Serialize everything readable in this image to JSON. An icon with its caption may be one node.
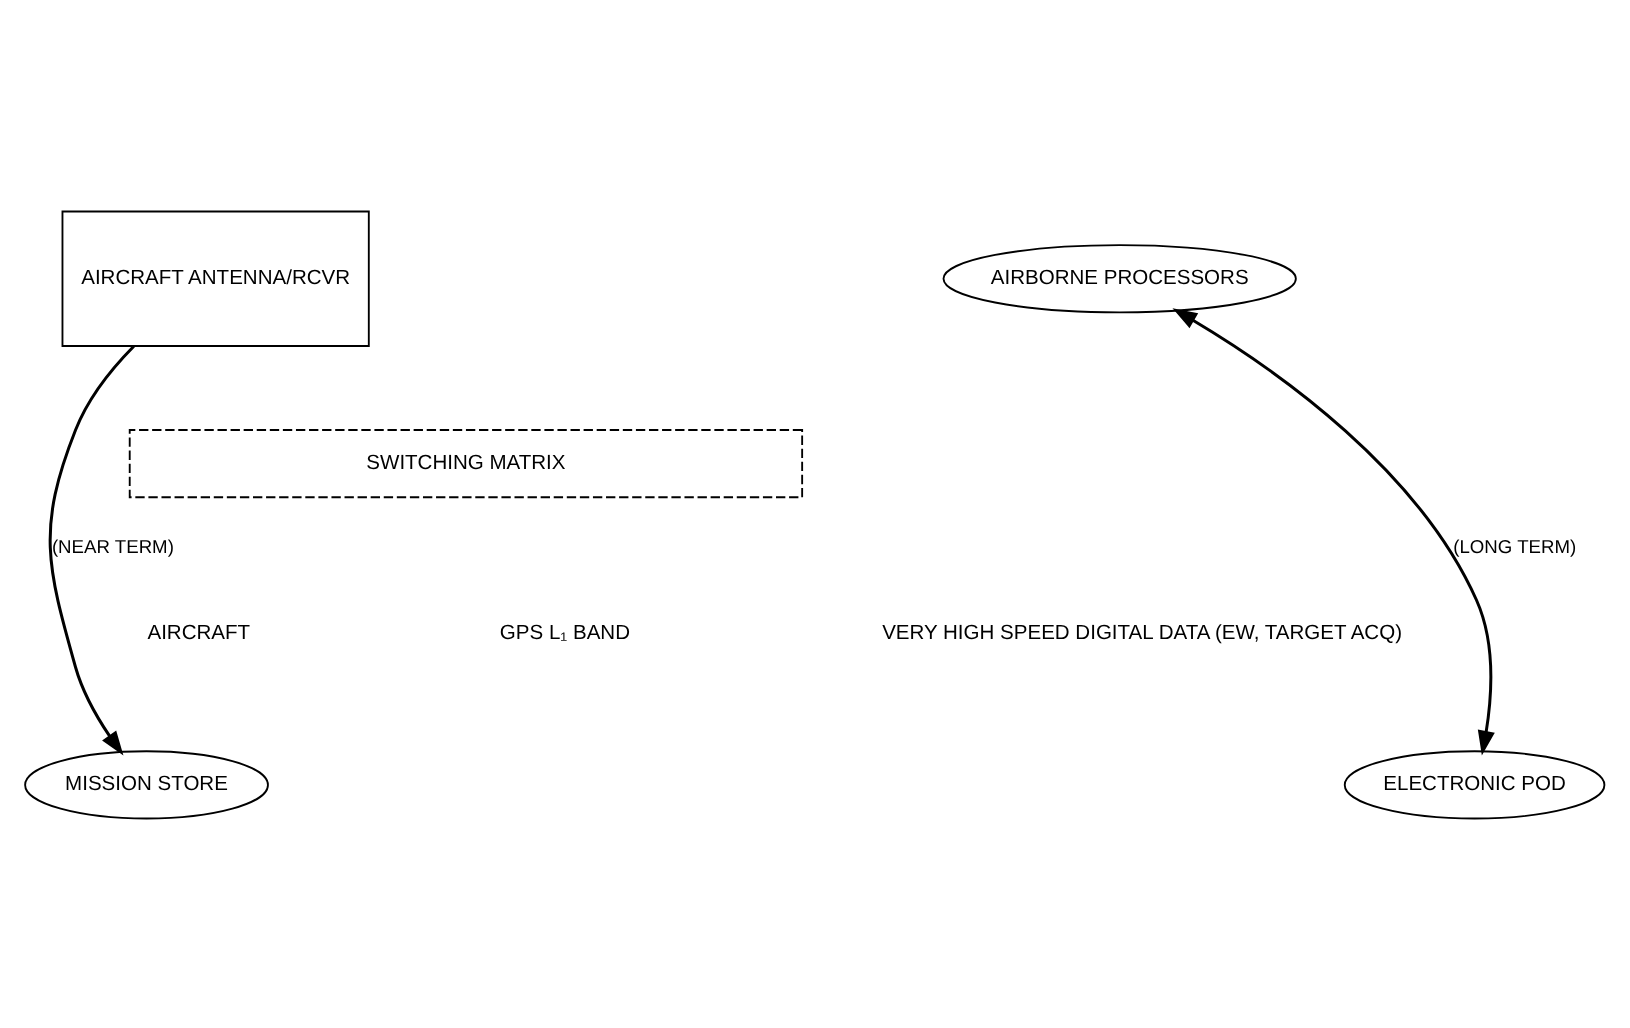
{
  "diagram": {
    "nodes": [
      {
        "text": [
          "AIRCRAFT ANTENNA/RCVR"
        ]
      },
      {
        "text": [
          "AIRBORNE PROCESSORS"
        ]
      },
      {
        "text": [
          "SWITCHING MATRIX"
        ]
      },
      {
        "text": [
          "MISSION STORE"
        ]
      },
      {
        "text": [
          "ELECTRONIC POD"
        ]
      }
    ],
    "edges": [
      {
        "from": 0,
        "to": 3,
        "arrow": "to",
        "label": "(NEAR TERM)"
      },
      {
        "from": 1,
        "to": 4,
        "arrow": "both",
        "label": "(LONG TERM)"
      }
    ],
    "labels": [
      "AIRCRAFT",
      "GPS L₁ BAND",
      "VERY HIGH SPEED DIGITAL DATA (EW, TARGET ACQ)"
    ]
  }
}
